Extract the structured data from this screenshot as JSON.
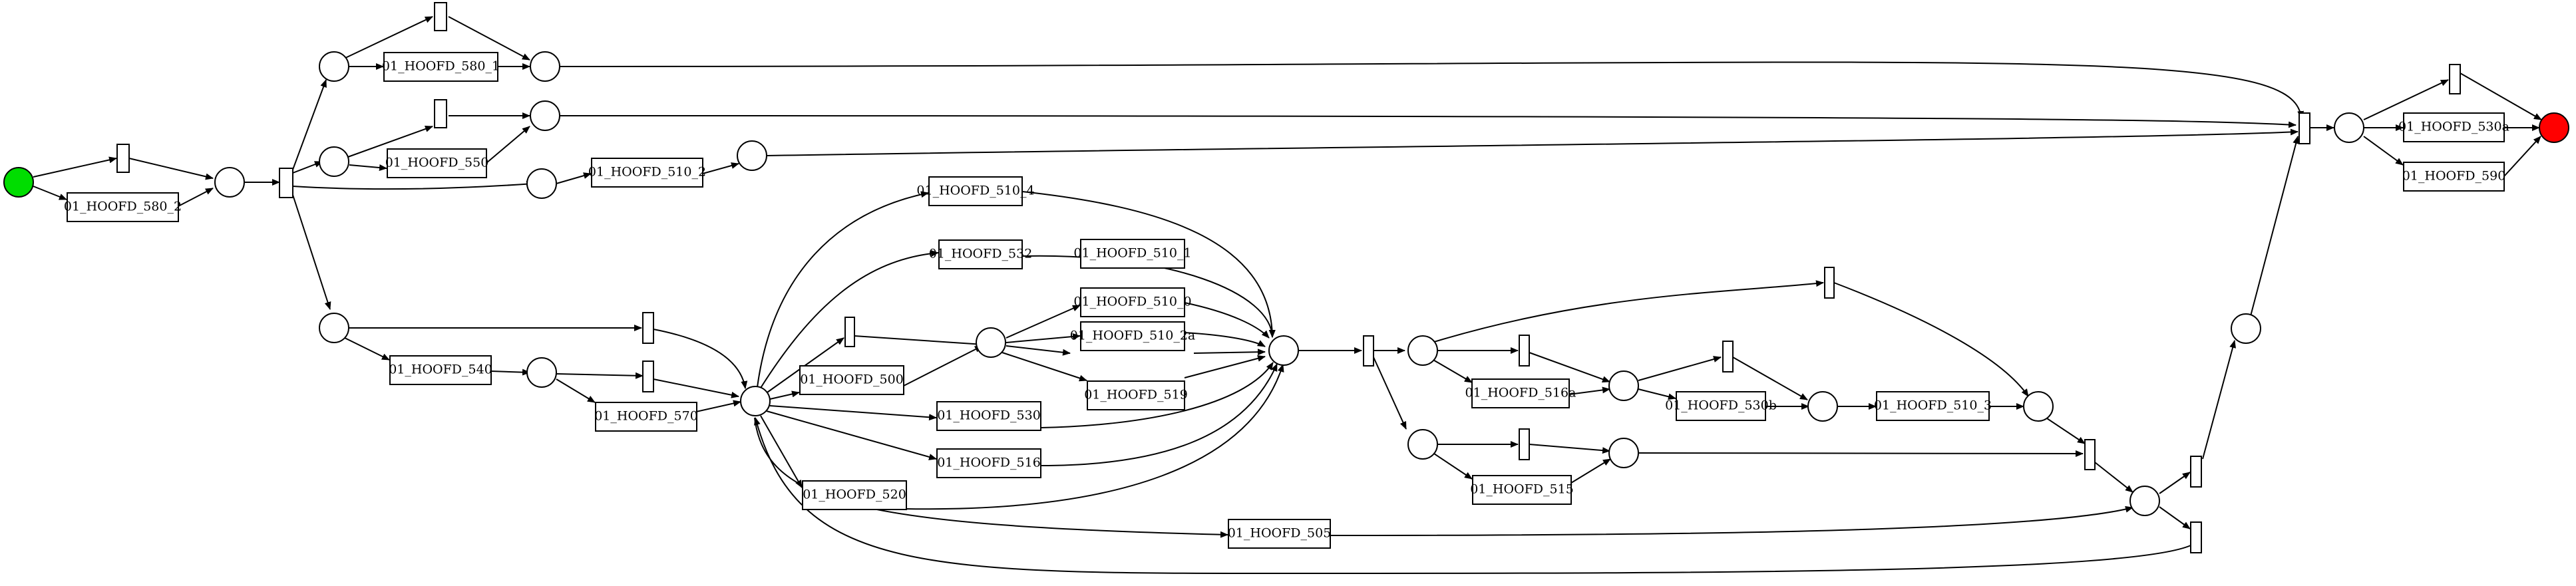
{
  "colors": {
    "source_place": "#00dd00",
    "sink_place": "#ff0000",
    "stroke": "#000000",
    "background": "#ffffff"
  },
  "labels": {
    "t_580_2": "01_HOOFD_580_2",
    "t_580_1": "01_HOOFD_580_1",
    "t_550": "01_HOOFD_550",
    "t_510_2": "01_HOOFD_510_2",
    "t_540": "01_HOOFD_540",
    "t_570": "01_HOOFD_570",
    "t_510_4": "01_HOOFD_510_4",
    "t_532": "01_HOOFD_532",
    "t_510_1": "01_HOOFD_510_1",
    "t_510_0": "01_HOOFD_510_0",
    "t_510_2a": "01_HOOFD_510_2a",
    "t_519": "01_HOOFD_519",
    "t_500": "01_HOOFD_500",
    "t_530": "01_HOOFD_530",
    "t_516": "01_HOOFD_516",
    "t_520": "01_HOOFD_520",
    "t_505": "01_HOOFD_505",
    "t_516a": "01_HOOFD_516a",
    "t_530b": "01_HOOFD_530b",
    "t_510_3": "01_HOOFD_510_3",
    "t_515": "01_HOOFD_515",
    "t_530a": "01_HOOFD_530a",
    "t_590": "01_HOOFD_590"
  }
}
